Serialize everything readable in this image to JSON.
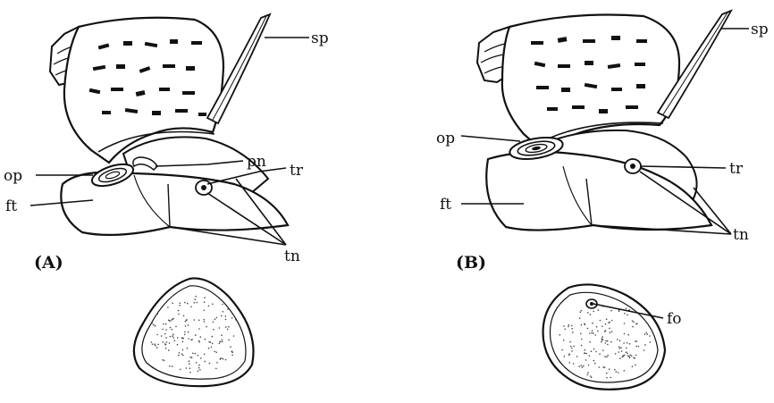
{
  "figure": {
    "panels": [
      {
        "id": "A",
        "panel_label": "(A)",
        "labels": {
          "sp": "sp",
          "pn": "pn",
          "op": "op",
          "tr": "tr",
          "ft": "ft",
          "tn": "tn"
        }
      },
      {
        "id": "B",
        "panel_label": "(B)",
        "labels": {
          "sp": "sp",
          "op": "op",
          "tr": "tr",
          "ft": "ft",
          "tn": "tn",
          "fo": "fo"
        }
      }
    ]
  },
  "colors": {
    "ink": "#111111",
    "paper": "#ffffff",
    "stipple": "#444444"
  }
}
